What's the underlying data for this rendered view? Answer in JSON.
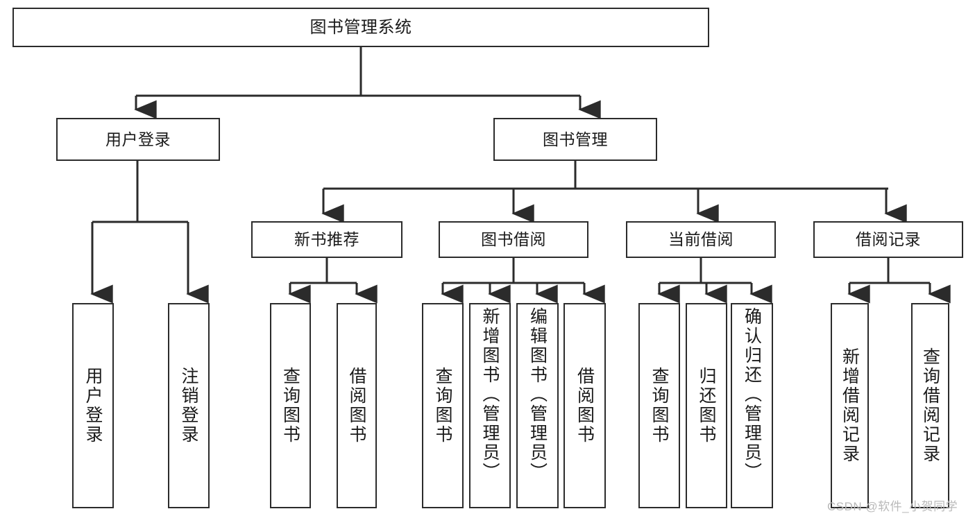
{
  "diagram": {
    "title": "图书管理系统",
    "type": "tree",
    "watermark": "CSDN @软件_小贺同学",
    "colors": {
      "stroke": "#2b2b2b",
      "fill": "#ffffff",
      "text": "#1a1a1a",
      "watermark": "#b9b9b9"
    },
    "nodes": {
      "root": {
        "label": "图书管理系统"
      },
      "level2": [
        {
          "label": "用户登录"
        },
        {
          "label": "图书管理"
        }
      ],
      "level3": [
        {
          "label": "新书推荐"
        },
        {
          "label": "图书借阅"
        },
        {
          "label": "当前借阅"
        },
        {
          "label": "借阅记录"
        }
      ],
      "leaves": {
        "user_login": [
          {
            "label": "用户登录"
          },
          {
            "label": "注销登录"
          }
        ],
        "new_book": [
          {
            "label": "查询图书"
          },
          {
            "label": "借阅图书"
          }
        ],
        "book_borrow": [
          {
            "label": "查询图书"
          },
          {
            "label": "新增图书（管理员）"
          },
          {
            "label": "编辑图书（管理员）"
          },
          {
            "label": "借阅图书"
          }
        ],
        "current_borrow": [
          {
            "label": "查询图书"
          },
          {
            "label": "归还图书"
          },
          {
            "label": "确认归还（管理员）"
          }
        ],
        "borrow_record": [
          {
            "label": "新增借阅记录"
          },
          {
            "label": "查询借阅记录"
          }
        ]
      }
    }
  }
}
